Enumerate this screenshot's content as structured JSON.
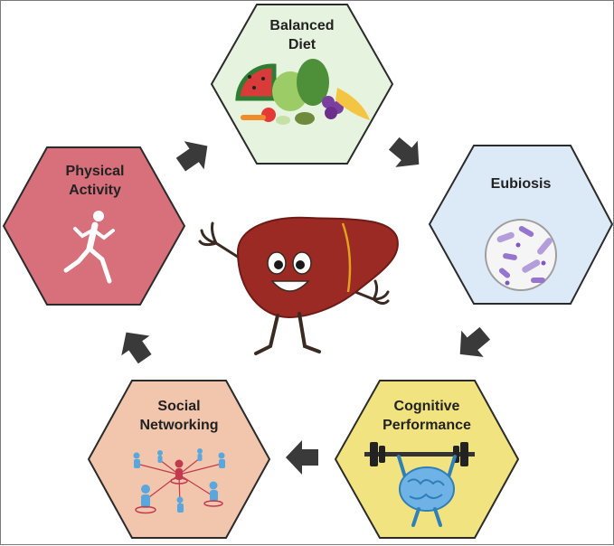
{
  "nodes": {
    "balanced_diet": {
      "line1": "Balanced",
      "line2": "Diet",
      "fill": "#e6f3df"
    },
    "eubiosis": {
      "line1": "Eubiosis",
      "fill": "#dce9f7"
    },
    "cognitive_performance": {
      "line1": "Cognitive",
      "line2": "Performance",
      "fill": "#f1e37f"
    },
    "social_networking": {
      "line1": "Social",
      "line2": "Networking",
      "fill": "#f2c5ad"
    },
    "physical_activity": {
      "line1": "Physical",
      "line2": "Activity",
      "fill": "#d7707a"
    }
  },
  "colors": {
    "hex_stroke": "#2b2b2b",
    "arrow": "#3a3a3a",
    "liver": "#9b2a24",
    "liver_dark": "#6e1b16"
  },
  "icons": {
    "diet": "fruit-vegetable-icon",
    "eubiosis": "bacteria-petri-dish-icon",
    "cognitive": "brain-lifting-barbell-icon",
    "social": "people-network-icon",
    "physical": "running-person-icon",
    "center": "liver-mascot-icon"
  }
}
